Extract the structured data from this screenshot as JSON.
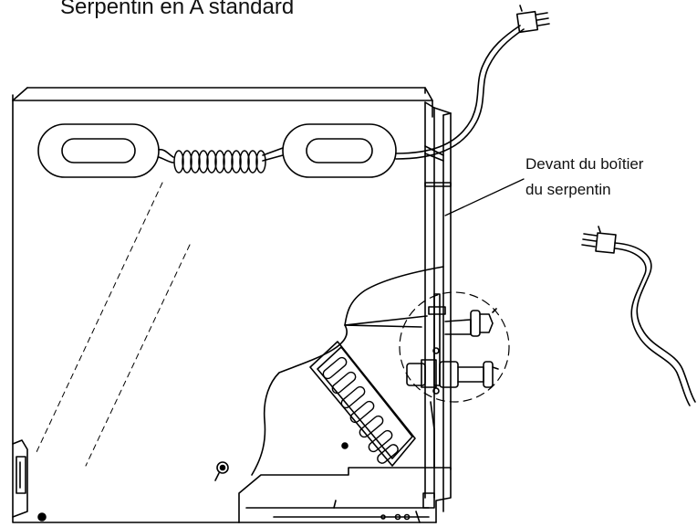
{
  "title": "Serpentin en A standard",
  "callout": {
    "line1": "Devant du boîtier",
    "line2": "du serpentin"
  }
}
